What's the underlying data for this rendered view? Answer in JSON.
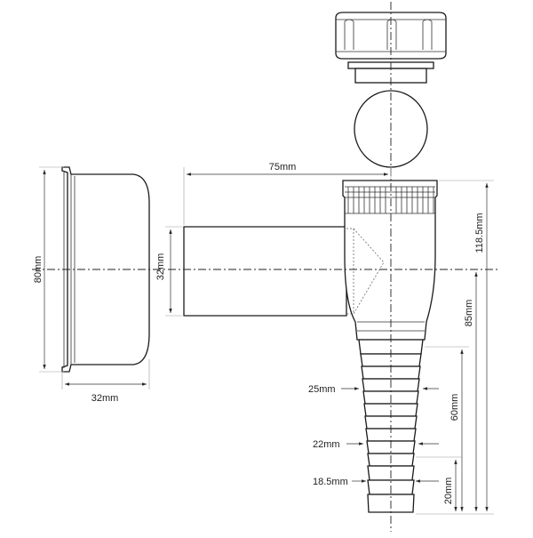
{
  "dimensions": {
    "cap_height": "80mm",
    "cap_depth": "32mm",
    "inlet_length": "75mm",
    "inlet_diameter": "32mm",
    "total_height": "118.5mm",
    "inlet_height": "85mm",
    "spigot_height": "60mm",
    "tip_height": "20mm",
    "diameter_25": "25mm",
    "diameter_22": "22mm",
    "diameter_18_5": "18.5mm"
  }
}
